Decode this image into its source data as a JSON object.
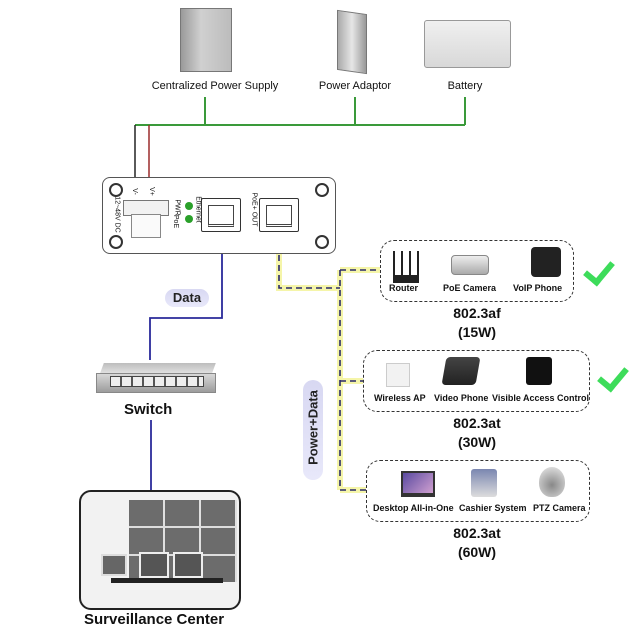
{
  "power_sources": [
    {
      "label": "Centralized Power Supply",
      "icon": "power-supply-cabinet-icon"
    },
    {
      "label": "Power Adaptor",
      "icon": "din-rail-power-adaptor-icon"
    },
    {
      "label": "Battery",
      "icon": "battery-icon"
    }
  ],
  "injector": {
    "terminal_labels": {
      "neg": "V-",
      "pos": "V+"
    },
    "voltage_label": "12~48V DC",
    "led_labels": [
      "PWR",
      "PoE"
    ],
    "ethernet_port_label": "Ethernet",
    "poe_port_label": "PoE+ OUT"
  },
  "links": {
    "data_label": "Data",
    "power_data_label": "Power+Data"
  },
  "switch": {
    "label": "Switch"
  },
  "surveillance": {
    "label": "Surveillance Center"
  },
  "device_groups": [
    {
      "devices": [
        {
          "label": "Router",
          "icon": "router-icon"
        },
        {
          "label": "PoE Camera",
          "icon": "poe-camera-icon"
        },
        {
          "label": "VoIP Phone",
          "icon": "voip-phone-icon"
        }
      ],
      "standard": "802.3af",
      "power": "(15W)",
      "supported": true
    },
    {
      "devices": [
        {
          "label": "Wireless AP",
          "icon": "wireless-ap-icon"
        },
        {
          "label": "Video Phone",
          "icon": "video-phone-icon"
        },
        {
          "label": "Visible Access Control",
          "icon": "access-control-icon"
        }
      ],
      "standard": "802.3at",
      "power": "(30W)",
      "supported": true
    },
    {
      "devices": [
        {
          "label": "Desktop All-in-One",
          "icon": "laptop-icon"
        },
        {
          "label": "Cashier System",
          "icon": "cashier-system-icon"
        },
        {
          "label": "PTZ Camera",
          "icon": "ptz-camera-icon"
        }
      ],
      "standard": "802.3at",
      "power": "(60W)",
      "supported": false
    }
  ],
  "colors": {
    "power_line": "#3a9a3a",
    "data_line": "#2a2a9a",
    "poe_glow": "#f4f4a0",
    "check": "#3ddc5a",
    "pill_bg": "#dcdcf4",
    "wire_pos": "#9a2a2a",
    "wire_neg": "#222222"
  }
}
